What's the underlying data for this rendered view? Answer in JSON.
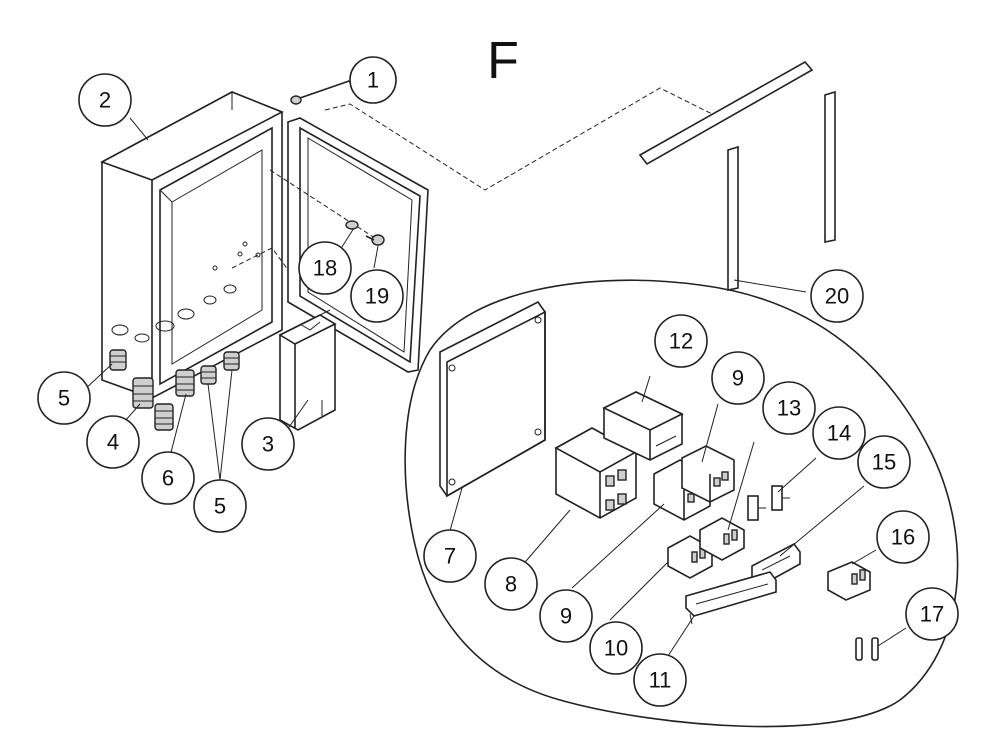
{
  "diagram": {
    "title": "F",
    "callouts": [
      {
        "id": "c1",
        "label": "1"
      },
      {
        "id": "c2",
        "label": "2"
      },
      {
        "id": "c3",
        "label": "3"
      },
      {
        "id": "c4",
        "label": "4"
      },
      {
        "id": "c5a",
        "label": "5"
      },
      {
        "id": "c5b",
        "label": "5"
      },
      {
        "id": "c6",
        "label": "6"
      },
      {
        "id": "c7",
        "label": "7"
      },
      {
        "id": "c8",
        "label": "8"
      },
      {
        "id": "c9a",
        "label": "9"
      },
      {
        "id": "c9b",
        "label": "9"
      },
      {
        "id": "c10",
        "label": "10"
      },
      {
        "id": "c11",
        "label": "11"
      },
      {
        "id": "c12",
        "label": "12"
      },
      {
        "id": "c13",
        "label": "13"
      },
      {
        "id": "c14",
        "label": "14"
      },
      {
        "id": "c15",
        "label": "15"
      },
      {
        "id": "c16",
        "label": "16"
      },
      {
        "id": "c17",
        "label": "17"
      },
      {
        "id": "c18",
        "label": "18"
      },
      {
        "id": "c19",
        "label": "19"
      },
      {
        "id": "c20",
        "label": "20"
      }
    ]
  }
}
